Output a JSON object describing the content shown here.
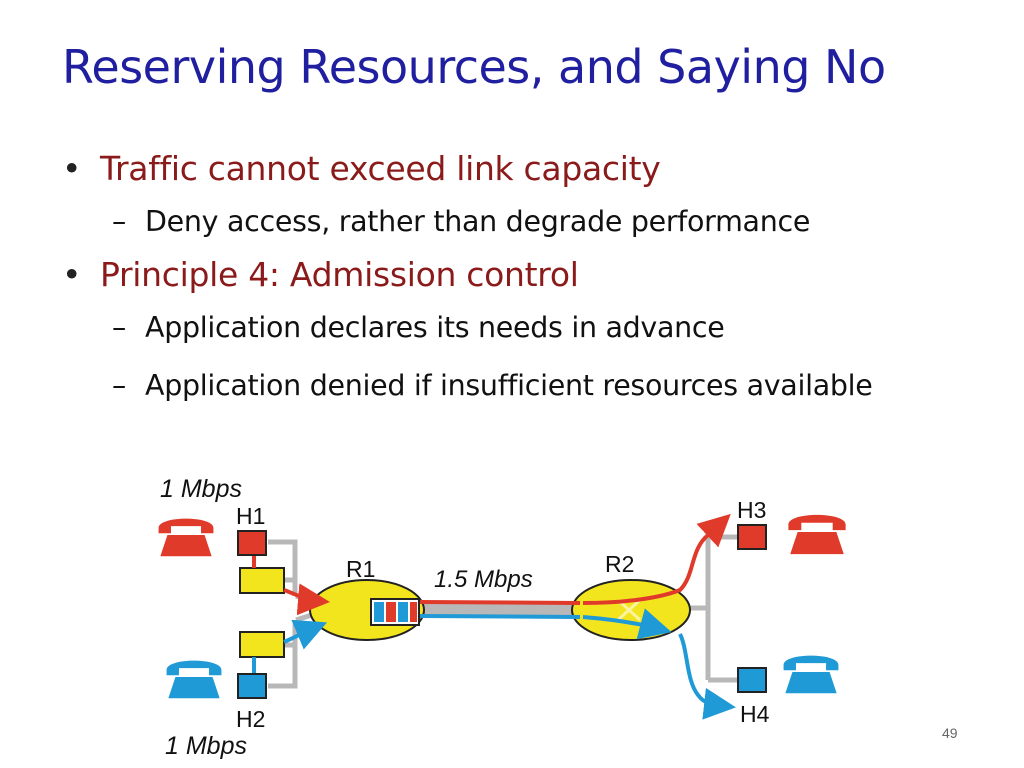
{
  "slide": {
    "title": "Reserving Resources, and Saying No",
    "bullets": [
      {
        "text": "Traffic cannot exceed link capacity",
        "sub": [
          "Deny access, rather than degrade performance"
        ]
      },
      {
        "text": "Principle 4: Admission control",
        "sub": [
          "Application declares its needs in advance",
          "Application denied if insufficient resources available"
        ]
      }
    ],
    "page_number": "49"
  },
  "diagram": {
    "h1_rate": "1 Mbps",
    "h2_rate": "1 Mbps",
    "link_rate": "1.5 Mbps",
    "labels": {
      "h1": "H1",
      "h2": "H2",
      "h3": "H3",
      "h4": "H4",
      "r1": "R1",
      "r2": "R2"
    },
    "colors": {
      "red_flow": "#e03a2a",
      "blue_flow": "#1f9ad6",
      "router": "#f2e51d",
      "link": "#b8b8b8",
      "title": "#1f1fa0",
      "bullet": "#8b1a1a"
    }
  }
}
